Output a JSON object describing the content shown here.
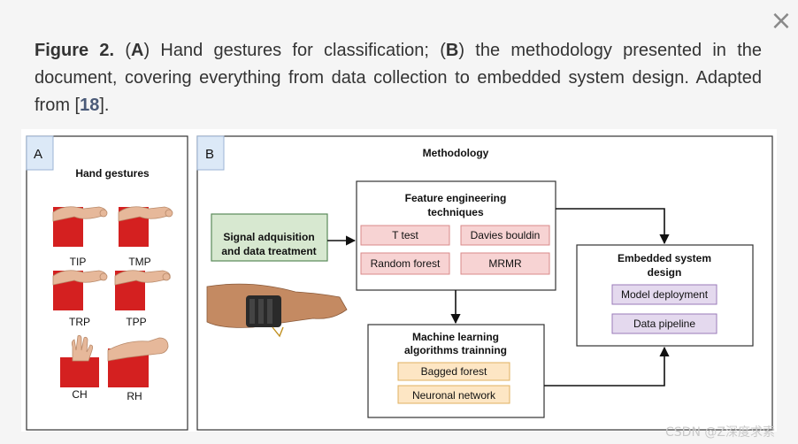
{
  "close_label": "×",
  "caption": {
    "fig": "Figure 2.",
    "part1": " (",
    "a": "A",
    "part2": ") Hand gestures for classification; (",
    "b": "B",
    "part3": ") the methodology presented in the document, covering everything from data collection to embedded system design. Adapted from [",
    "ref": "18",
    "part4": "]."
  },
  "panel_a": {
    "letter": "A",
    "title": "Hand gestures",
    "gestures": [
      "TIP",
      "TMP",
      "TRP",
      "TPP",
      "CH",
      "RH"
    ]
  },
  "panel_b": {
    "letter": "B",
    "title": "Methodology",
    "signal_box": {
      "line1": "Signal adquisition",
      "line2": "and data treatment"
    },
    "feature_box": {
      "line1": "Feature engineering",
      "line2": "techniques",
      "items": [
        "T test",
        "Davies bouldin",
        "Random forest",
        "MRMR"
      ]
    },
    "ml_box": {
      "line1": "Machine learning",
      "line2": "algorithms trainning",
      "items": [
        "Bagged forest",
        "Neuronal network"
      ]
    },
    "embedded_box": {
      "line1": "Embedded system",
      "line2": "design",
      "items": [
        "Model deployment",
        "Data pipeline"
      ]
    }
  },
  "colors": {
    "signal_fill": "#d7e8d0",
    "signal_stroke": "#5a8a5a",
    "feature_item_fill": "#f7d3d3",
    "feature_item_stroke": "#d88a8a",
    "ml_item_fill": "#fde6c4",
    "ml_item_stroke": "#e0b060",
    "embedded_item_fill": "#e4d9ee",
    "embedded_item_stroke": "#9a7ab8",
    "label_fill": "#dce9f7"
  },
  "watermark": "CSDN @Z深度求索"
}
